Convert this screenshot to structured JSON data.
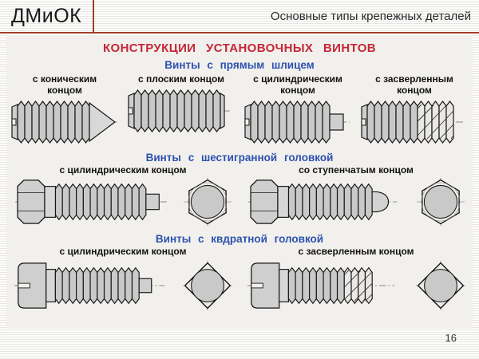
{
  "header": {
    "logo": "ДМиОК",
    "title": "Основные типы крепежных деталей"
  },
  "slide": {
    "main_title": "КОНСТРУКЦИИ УСТАНОВОЧНЫХ ВИНТОВ",
    "sections": [
      {
        "title": "Винты с прямым шлицем",
        "items": [
          {
            "label": "с коническим концом",
            "figure": "set-screw-conical-end"
          },
          {
            "label": "с плоским концом",
            "figure": "set-screw-flat-end"
          },
          {
            "label": "с цилиндрическим концом",
            "figure": "set-screw-cylindrical-end"
          },
          {
            "label": "с засверленным концом",
            "figure": "set-screw-drilled-end"
          }
        ]
      },
      {
        "title": "Винты с шестигранной головкой",
        "items": [
          {
            "label": "с цилиндрическим концом",
            "figure": "hex-head-screw-cylindrical-end"
          },
          {
            "label": "со ступенчатым концом",
            "figure": "hex-head-screw-stepped-end"
          }
        ]
      },
      {
        "title": "Винты с квдратной головкой",
        "items": [
          {
            "label": "с цилиндрическим концом",
            "figure": "square-head-screw-cylindrical-end"
          },
          {
            "label": "с засверленным концом",
            "figure": "square-head-screw-drilled-end"
          }
        ]
      }
    ]
  },
  "footer": {
    "page_number": "16"
  },
  "colors": {
    "accent_line": "#a13f2b",
    "title_red": "#c32738",
    "section_blue": "#2c52b0",
    "panel_bg": "#f2f0ec"
  }
}
